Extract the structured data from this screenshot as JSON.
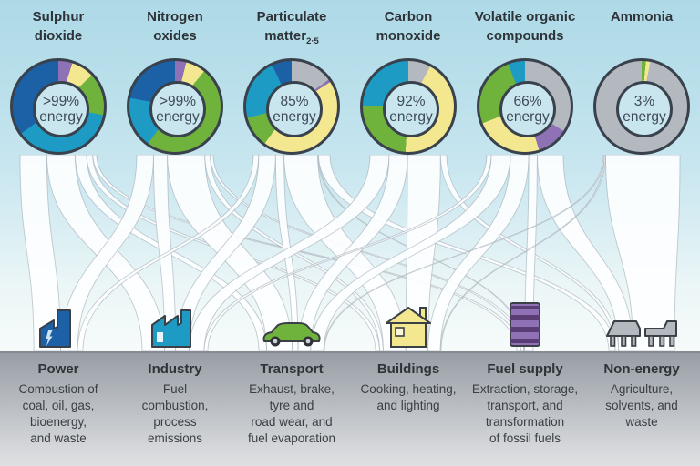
{
  "colors": {
    "background_top": "#aed9e7",
    "background_bottom": "#f6fbfa",
    "band_top": "#989ea5",
    "band_bottom": "#dddfe1",
    "title_text": "#2d3338",
    "center_text": "#3e4a55",
    "label_text": "#2e3338",
    "desc_text": "#3a3f45",
    "donut_outline": "#39424c",
    "donut_hole": "#c9e6ef",
    "flow_fill": "#fdfeff",
    "flow_edge": "#98a3ab",
    "icon_outline": "#3a4046",
    "barrel_band": "#5b3d76",
    "sector": {
      "power": "#1c60a6",
      "industry": "#1e9bc4",
      "transport": "#6fb33d",
      "buildings": "#f3e78f",
      "fuel_supply": "#8f72b5",
      "non_energy": "#b4b9bf"
    }
  },
  "sectors": [
    {
      "id": "power",
      "label": "Power",
      "description_lines": [
        "Combustion of",
        "coal, oil, gas,",
        "bioenergy,",
        "and waste"
      ]
    },
    {
      "id": "industry",
      "label": "Industry",
      "description_lines": [
        "Fuel",
        "combustion,",
        "process",
        "emissions"
      ]
    },
    {
      "id": "transport",
      "label": "Transport",
      "description_lines": [
        "Exhaust, brake,",
        "tyre and",
        "road wear, and",
        "fuel evaporation"
      ]
    },
    {
      "id": "buildings",
      "label": "Buildings",
      "description_lines": [
        "Cooking, heating,",
        "and lighting"
      ]
    },
    {
      "id": "fuel_supply",
      "label": "Fuel supply",
      "description_lines": [
        "Extraction, storage,",
        "transport, and",
        "transformation",
        "of fossil fuels"
      ]
    },
    {
      "id": "non_energy",
      "label": "Non-energy",
      "description_lines": [
        "Agriculture,",
        "solvents, and",
        "waste"
      ]
    }
  ],
  "chart_data": {
    "type": "sankey",
    "description": "Donut charts show the share of each air pollutant's emissions arising from energy-related sources; white ribbons flow from each pollutant to its source sectors (ribbon width proportional to estimated share, %).",
    "segment_order_clockwise_from_top": [
      "non_energy",
      "fuel_supply",
      "buildings",
      "transport",
      "industry",
      "power"
    ],
    "sector_labels": [
      "Power",
      "Industry",
      "Transport",
      "Buildings",
      "Fuel supply",
      "Non-energy"
    ],
    "pollutants": [
      {
        "id": "so2",
        "title_lines": [
          "Sulphur",
          "dioxide"
        ],
        "center_value": ">99%",
        "center_label": "energy",
        "shares": {
          "power": 35,
          "industry": 37,
          "transport": 15,
          "buildings": 8,
          "fuel_supply": 5,
          "non_energy": 0
        }
      },
      {
        "id": "nox",
        "title_lines": [
          "Nitrogen",
          "oxides"
        ],
        "center_value": ">99%",
        "center_label": "energy",
        "shares": {
          "power": 22,
          "industry": 18,
          "transport": 49,
          "buildings": 7,
          "fuel_supply": 4,
          "non_energy": 0
        }
      },
      {
        "id": "pm25",
        "title_lines": [
          "Particulate",
          "matter"
        ],
        "title_sub": "2·5",
        "center_value": "85%",
        "center_label": "energy",
        "shares": {
          "power": 7,
          "industry": 22,
          "transport": 11,
          "buildings": 44,
          "fuel_supply": 1,
          "non_energy": 15
        }
      },
      {
        "id": "co",
        "title_lines": [
          "Carbon",
          "monoxide"
        ],
        "center_value": "92%",
        "center_label": "energy",
        "shares": {
          "power": 0,
          "industry": 25,
          "transport": 24,
          "buildings": 43,
          "fuel_supply": 0,
          "non_energy": 8
        }
      },
      {
        "id": "voc",
        "title_lines": [
          "Volatile organic",
          "compounds"
        ],
        "center_value": "66%",
        "center_label": "energy",
        "shares": {
          "power": 0,
          "industry": 6,
          "transport": 25,
          "buildings": 24,
          "fuel_supply": 11,
          "non_energy": 34
        }
      },
      {
        "id": "nh3",
        "title_lines": [
          "Ammonia"
        ],
        "center_value": "3%",
        "center_label": "energy",
        "segment_order": [
          "transport",
          "buildings",
          "non_energy"
        ],
        "shares": {
          "power": 0,
          "industry": 0,
          "transport": 1.5,
          "buildings": 1.5,
          "fuel_supply": 0,
          "non_energy": 97
        }
      }
    ]
  }
}
